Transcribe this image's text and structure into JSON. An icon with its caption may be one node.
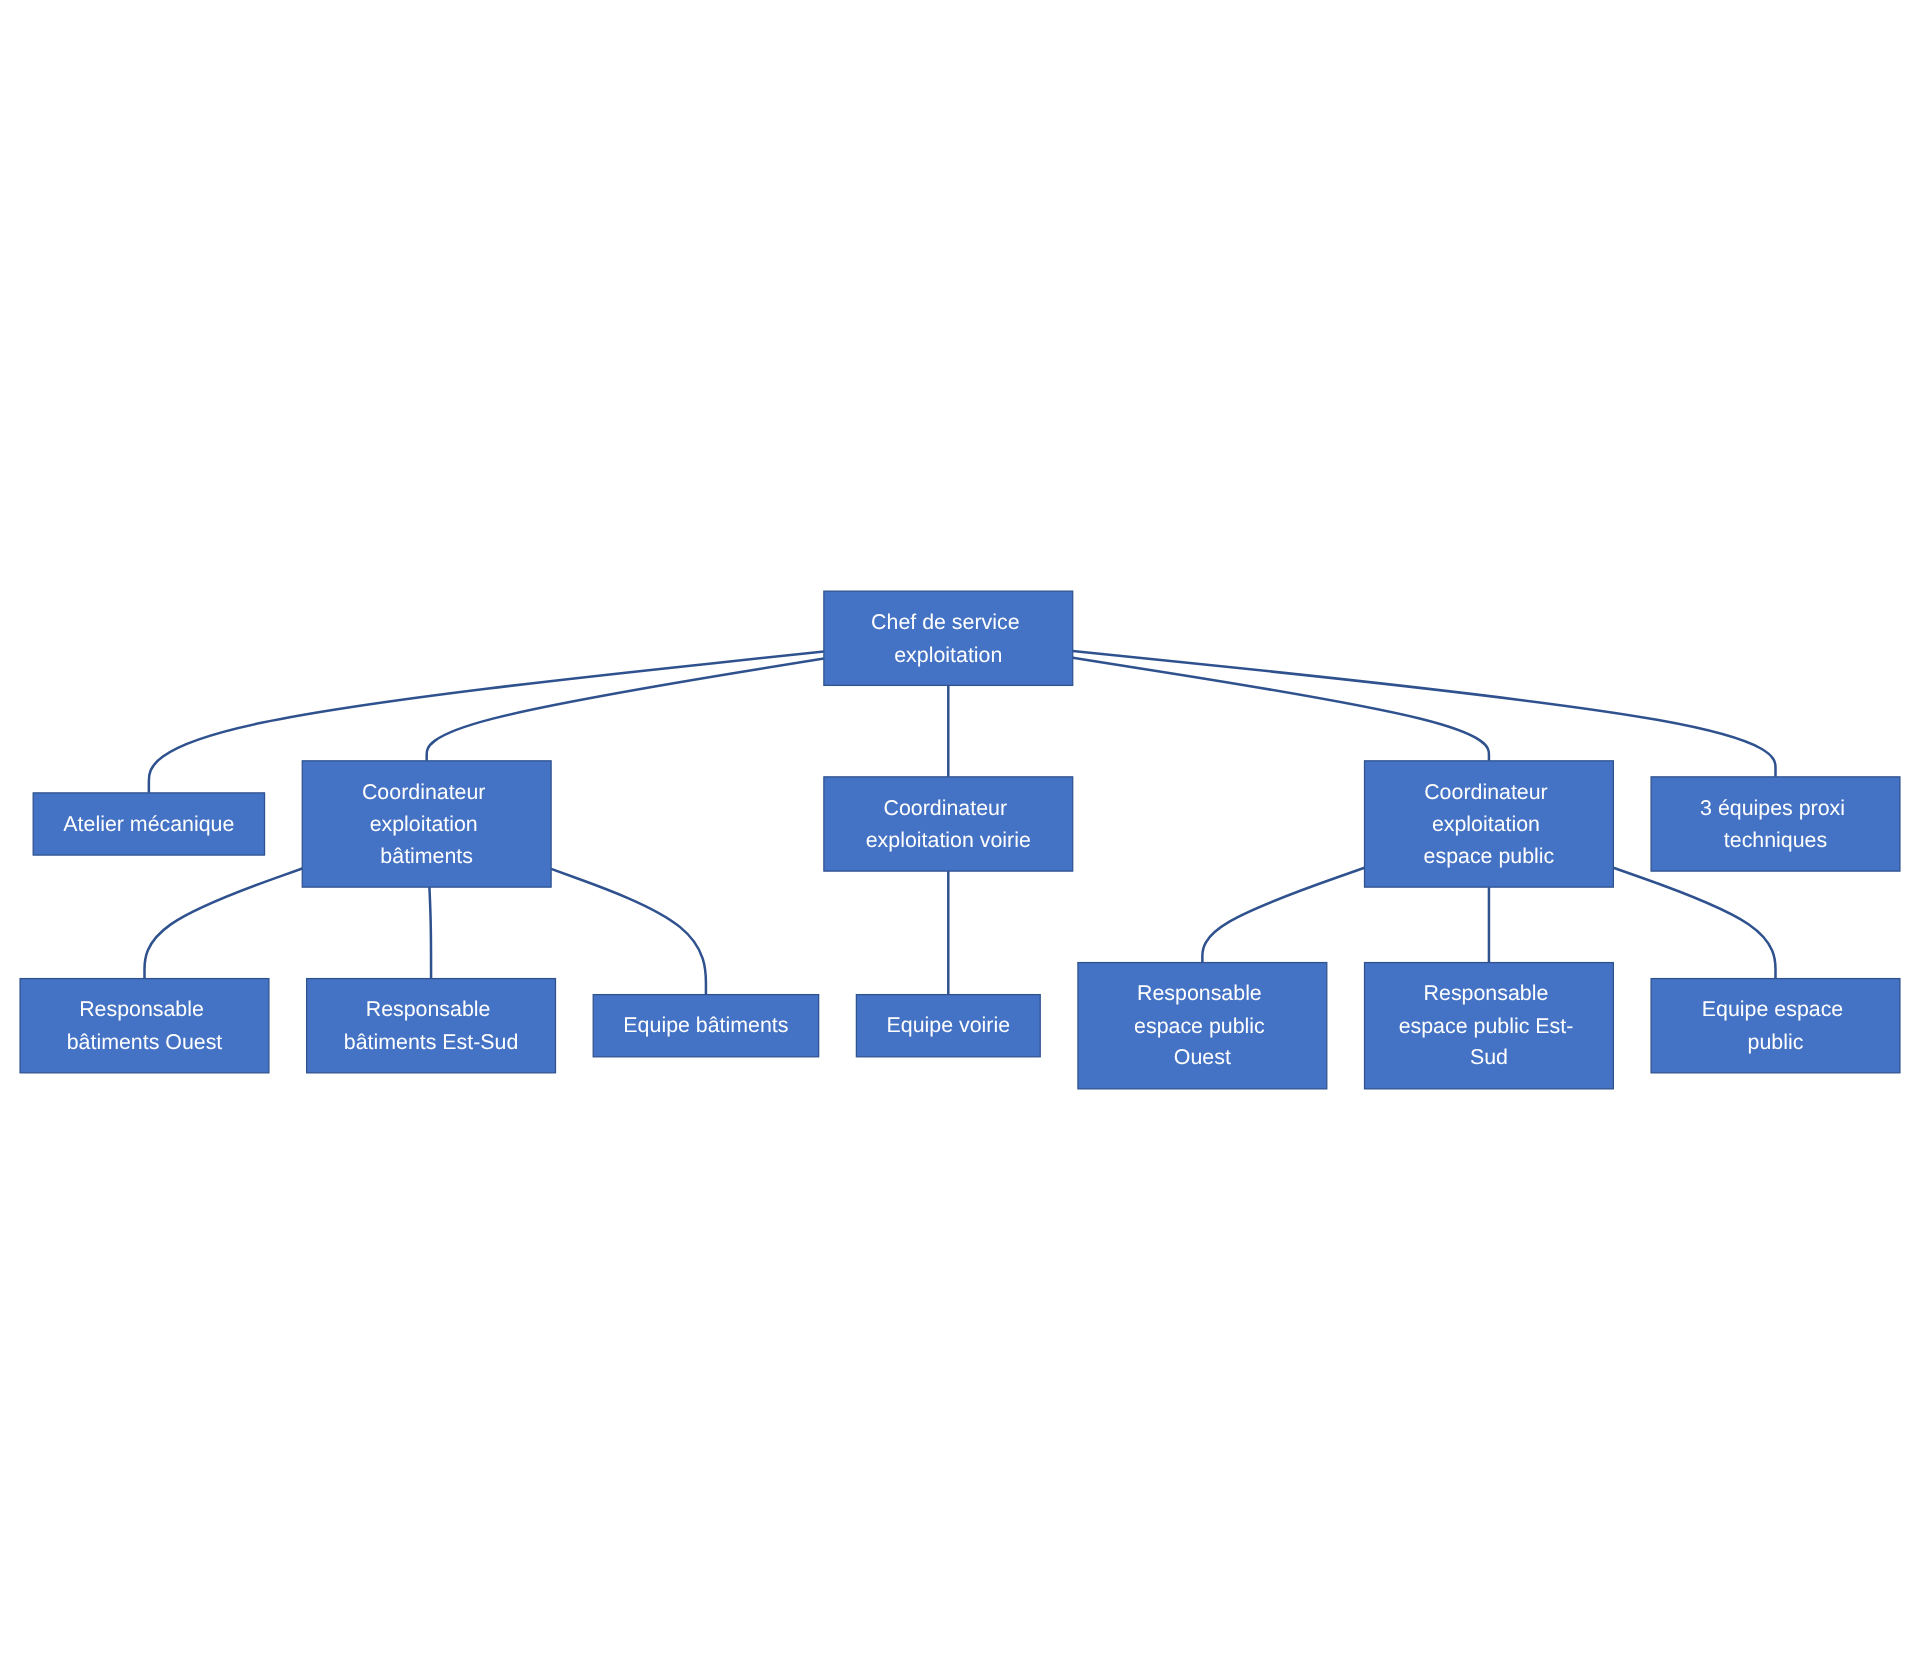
{
  "diagram": {
    "nodes": [
      {
        "text": [
          "Chef de service exploitation"
        ]
      },
      {
        "text": [
          "Atelier mécanique"
        ]
      },
      {
        "text": [
          "Coordinateur exploitation bâtiments"
        ]
      },
      {
        "text": [
          "Coordinateur exploitation voirie"
        ]
      },
      {
        "text": [
          "Coordinateur exploitation espace public"
        ]
      },
      {
        "text": [
          "3 équipes proxi techniques"
        ]
      },
      {
        "text": [
          "Responsable bâtiments Ouest"
        ]
      },
      {
        "text": [
          "Responsable bâtiments Est-Sud"
        ]
      },
      {
        "text": [
          "Equipe bâtiments"
        ]
      },
      {
        "text": [
          "Equipe voirie"
        ]
      },
      {
        "text": [
          "Responsable espace public Ouest"
        ]
      },
      {
        "text": [
          "Responsable espace public Est- Sud"
        ]
      },
      {
        "text": [
          "Equipe espace public"
        ]
      }
    ],
    "edges": [
      {
        "from": 0,
        "to": 1,
        "arrow": "none"
      },
      {
        "from": 0,
        "to": 2,
        "arrow": "none"
      },
      {
        "from": 0,
        "to": 3,
        "arrow": "none"
      },
      {
        "from": 0,
        "to": 4,
        "arrow": "none"
      },
      {
        "from": 0,
        "to": 5,
        "arrow": "none"
      },
      {
        "from": 2,
        "to": 6,
        "arrow": "none"
      },
      {
        "from": 2,
        "to": 7,
        "arrow": "none"
      },
      {
        "from": 2,
        "to": 8,
        "arrow": "none"
      },
      {
        "from": 3,
        "to": 9,
        "arrow": "none"
      },
      {
        "from": 4,
        "to": 10,
        "arrow": "none"
      },
      {
        "from": 4,
        "to": 11,
        "arrow": "none"
      },
      {
        "from": 4,
        "to": 12,
        "arrow": "none"
      }
    ]
  }
}
